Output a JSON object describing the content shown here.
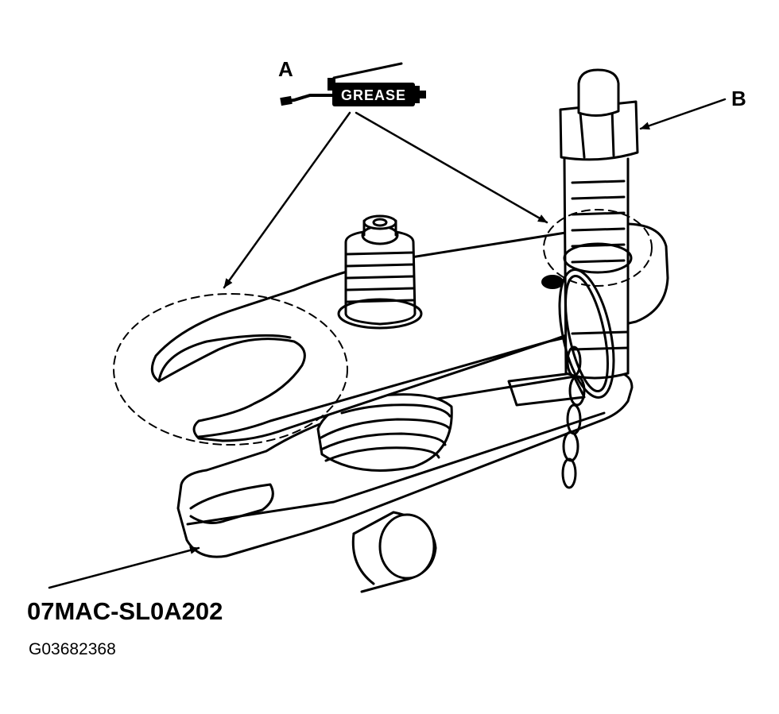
{
  "callouts": {
    "a": "A",
    "b": "B"
  },
  "grease_label": "GREASE",
  "part_number": "07MAC-SL0A202",
  "figure_code": "G03682368",
  "colors": {
    "ink": "#000000",
    "paper": "#ffffff"
  }
}
